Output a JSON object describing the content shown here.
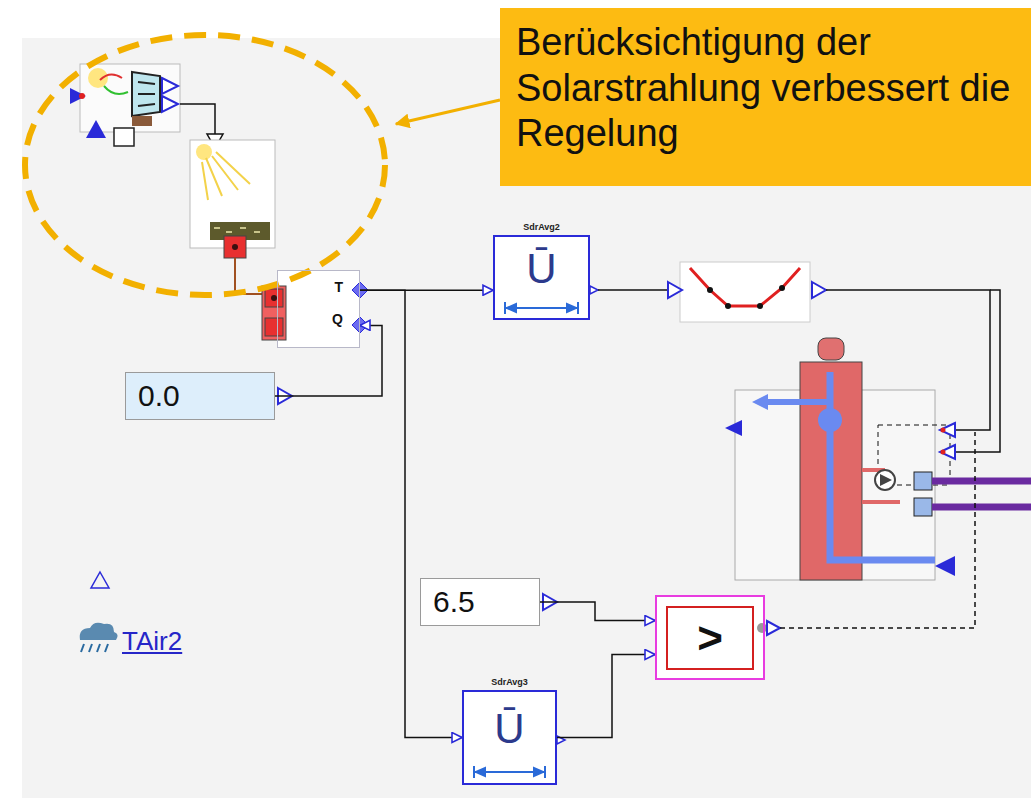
{
  "diagram": {
    "nodes": [
      {
        "text": [
          "Berücksichtigung der Solarstrahlung verbessert die Regelung"
        ]
      },
      {
        "text": [
          "SdrAvg2",
          "Ū"
        ]
      },
      {
        "text": [
          "T",
          "Q"
        ]
      },
      {
        "text": [
          "0.0"
        ]
      },
      {
        "text": [
          "6.5"
        ]
      },
      {
        "text": [
          ">"
        ]
      },
      {
        "text": [
          "SdrAvg3",
          "Ū"
        ]
      }
    ],
    "edges": [
      {
        "from": 2,
        "to": 1,
        "arrow": "to"
      },
      {
        "from": 2,
        "to": 6,
        "arrow": "to"
      },
      {
        "from": 3,
        "to": 2,
        "arrow": "to"
      },
      {
        "from": 4,
        "to": 5,
        "arrow": "to"
      },
      {
        "from": 6,
        "to": 5,
        "arrow": "to"
      }
    ],
    "labels": [
      "TAir2"
    ]
  }
}
